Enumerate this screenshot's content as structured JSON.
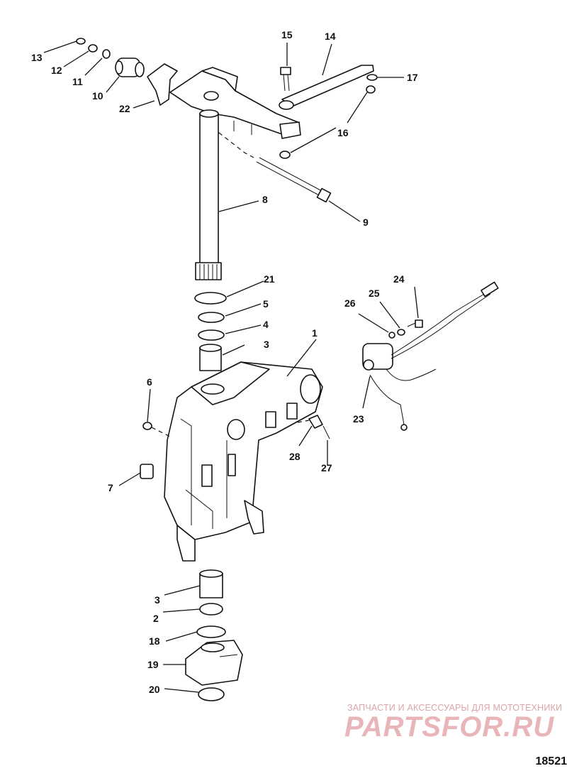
{
  "callouts": {
    "c1": "1",
    "c2": "2",
    "c3a": "3",
    "c3b": "3",
    "c4": "4",
    "c5": "5",
    "c6": "6",
    "c7": "7",
    "c8": "8",
    "c9": "9",
    "c10": "10",
    "c11": "11",
    "c12": "12",
    "c13": "13",
    "c14": "14",
    "c15": "15",
    "c16": "16",
    "c17": "17",
    "c18": "18",
    "c19": "19",
    "c20": "20",
    "c21": "21",
    "c22": "22",
    "c23": "23",
    "c24": "24",
    "c25": "25",
    "c26": "26",
    "c27": "27",
    "c28": "28"
  },
  "watermark": {
    "caption": "ЗАПЧАСТИ И АКСЕССУАРЫ ДЛЯ МОТОТЕХНИКИ",
    "logo": "PARTSFOR.RU"
  },
  "diagram_id": "18521",
  "colors": {
    "ink": "#111111",
    "watermark": "#e8b6b9"
  }
}
